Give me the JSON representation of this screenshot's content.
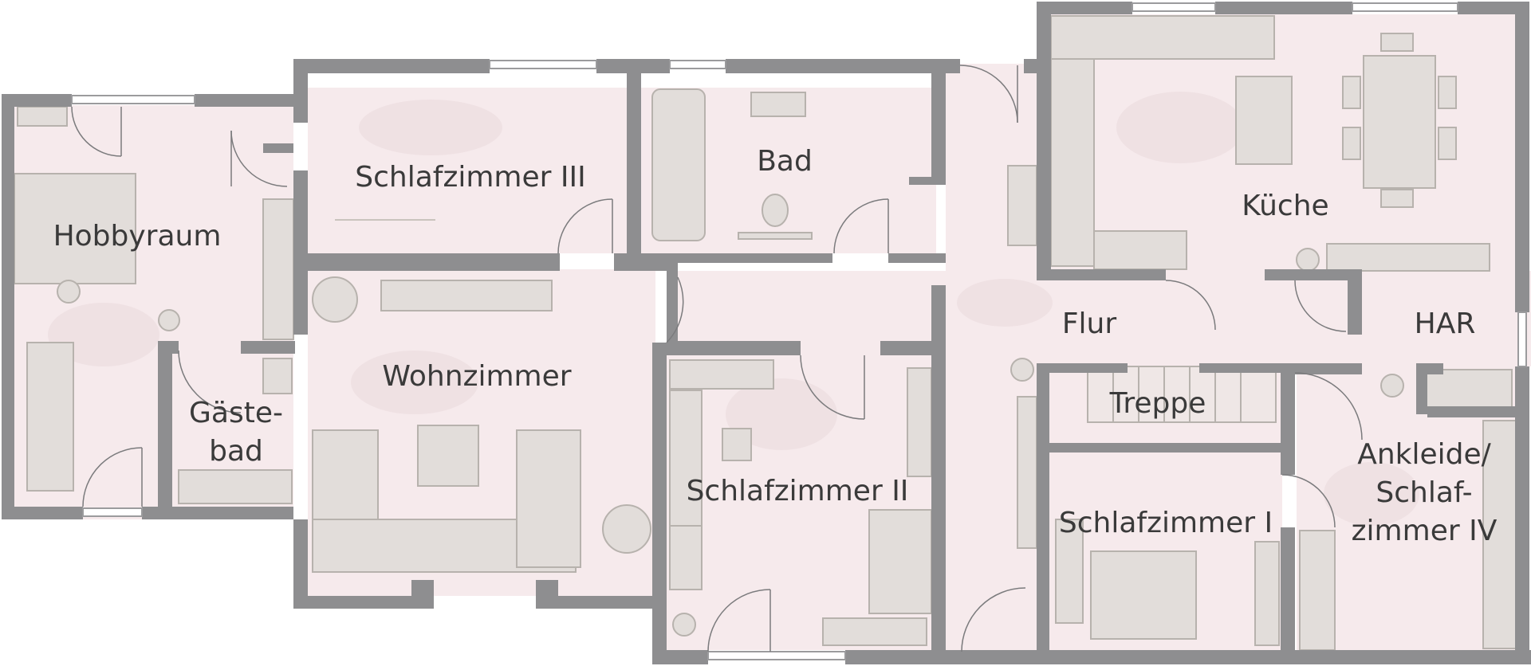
{
  "plan": {
    "colors": {
      "wall": "#8e8e90",
      "floor": "#f6eaec",
      "furniture": "#e2ddda",
      "furniture_line": "#b7b2ad",
      "accent": "#cfc6b9"
    },
    "rooms": [
      {
        "id": "hobbyraum",
        "lines": [
          "Hobbyraum"
        ]
      },
      {
        "id": "schlafzimmer-iii",
        "lines": [
          "Schlafzimmer III"
        ]
      },
      {
        "id": "bad",
        "lines": [
          "Bad"
        ]
      },
      {
        "id": "kueche",
        "lines": [
          "Küche"
        ]
      },
      {
        "id": "wohnzimmer",
        "lines": [
          "Wohnzimmer"
        ]
      },
      {
        "id": "gaestebad",
        "lines": [
          "Gäste-",
          "bad"
        ]
      },
      {
        "id": "flur",
        "lines": [
          "Flur"
        ]
      },
      {
        "id": "har",
        "lines": [
          "HAR"
        ]
      },
      {
        "id": "treppe",
        "lines": [
          "Treppe"
        ]
      },
      {
        "id": "schlafzimmer-ii",
        "lines": [
          "Schlafzimmer II"
        ]
      },
      {
        "id": "schlafzimmer-i",
        "lines": [
          "Schlafzimmer I"
        ]
      },
      {
        "id": "ankleide",
        "lines": [
          "Ankleide/",
          "Schlaf-",
          "zimmer IV"
        ]
      }
    ]
  }
}
